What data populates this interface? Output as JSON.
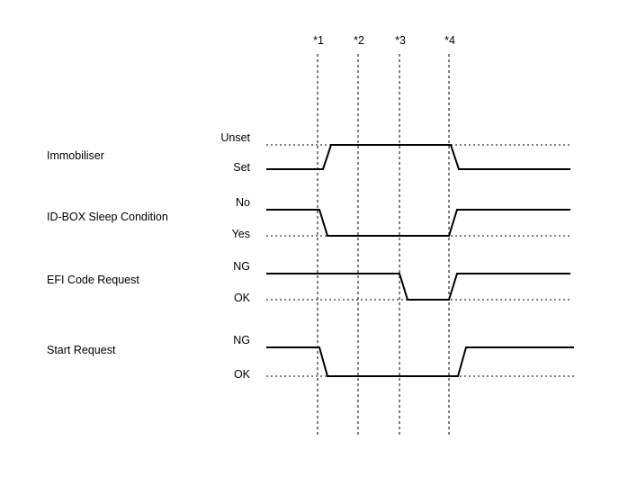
{
  "markers": [
    "*1",
    "*2",
    "*3",
    "*4"
  ],
  "signals": [
    {
      "name": "Immobiliser",
      "high_label": "Unset",
      "low_label": "Set",
      "initial": "low",
      "transitions": [
        {
          "at_marker": 0,
          "to": "high"
        },
        {
          "at_marker": 3,
          "to": "low"
        }
      ]
    },
    {
      "name": "ID-BOX Sleep Condition",
      "high_label": "No",
      "low_label": "Yes",
      "initial": "high",
      "transitions": [
        {
          "at_marker": 0,
          "to": "low"
        },
        {
          "at_marker": 3,
          "to": "high"
        }
      ]
    },
    {
      "name": "EFI Code Request",
      "high_label": "NG",
      "low_label": "OK",
      "initial": "high",
      "transitions": [
        {
          "at_marker": 2,
          "to": "low"
        },
        {
          "at_marker": 3,
          "to": "high"
        }
      ]
    },
    {
      "name": "Start Request",
      "high_label": "NG",
      "low_label": "OK",
      "initial": "high",
      "transitions": [
        {
          "at_marker": 0,
          "to": "low"
        },
        {
          "at_marker": 3,
          "to": "high",
          "delayed": true
        }
      ]
    }
  ]
}
